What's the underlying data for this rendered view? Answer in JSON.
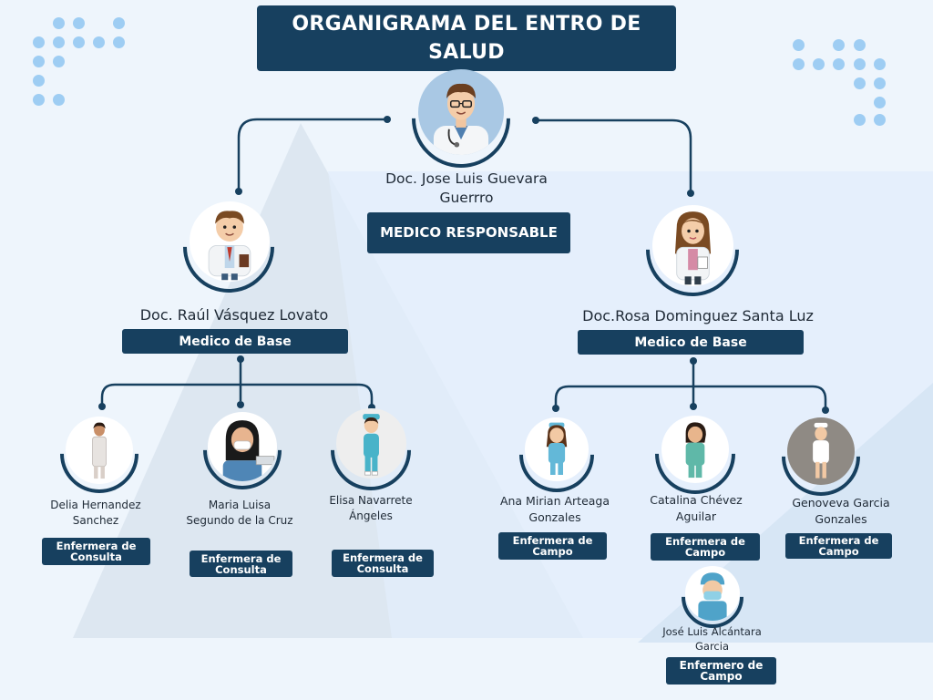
{
  "title": "ORGANIGRAMA DEL ENTRO DE SALUD",
  "head": {
    "name": "Doc. Jose Luis Guevara Guerrro",
    "role": "MEDICO RESPONSABLE"
  },
  "left_doctor": {
    "name": "Doc. Raúl Vásquez Lovato",
    "role": "Medico de Base"
  },
  "right_doctor": {
    "name": "Doc.Rosa Dominguez  Santa Luz",
    "role": "Medico de Base"
  },
  "nurses": [
    {
      "name": "Delia Hernandez Sanchez",
      "role": "Enfermera de Consulta"
    },
    {
      "name": "Maria Luisa Segundo de la Cruz",
      "role": "Enfermera de Consulta"
    },
    {
      "name": "Elisa Navarrete Ángeles",
      "role": "Enfermera de Consulta"
    },
    {
      "name": "Ana Mirian Arteaga Gonzales",
      "role": "Enfermera de Campo"
    },
    {
      "name": "Catalina Chévez Aguilar",
      "role": "Enfermera de Campo"
    },
    {
      "name": "Genoveva Garcia Gonzales",
      "role": "Enfermera de Campo"
    },
    {
      "name": "José Luis Alcántara Garcia",
      "role": "Enfermero de Campo"
    }
  ],
  "colors": {
    "navy": "#17405f",
    "background": "#eef5fc",
    "dots": "#9ecdf3",
    "triangle": "#dbe7f3"
  }
}
